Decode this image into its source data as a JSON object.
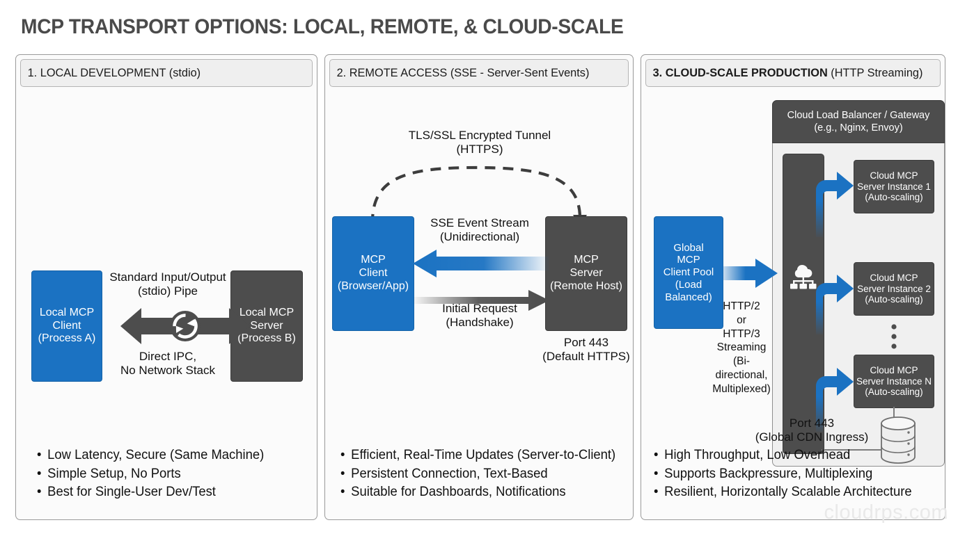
{
  "title": "MCP TRANSPORT OPTIONS: LOCAL, REMOTE, & CLOUD-SCALE",
  "watermark": "cloudrps.com",
  "colors": {
    "client_blue": "#1b72c2",
    "server_gray": "#4d4d4d",
    "panel_bg": "#fbfbfb",
    "header_bg": "#efefef",
    "title_gray": "#4a4a4a",
    "arrow_blue": "#1b72c2",
    "arrow_gray": "#4d4d4d"
  },
  "panels": [
    {
      "id": "local-development",
      "header_bold": "1. LOCAL DEVELOPMENT",
      "header_regular": "(stdio)",
      "nodes": {
        "client": "Local MCP\nClient\n(Process A)",
        "client_lines": [
          "Local MCP",
          "Client",
          "(Process A)"
        ],
        "server": "Local MCP\nServer\n(Process B)",
        "server_lines": [
          "Local MCP",
          "Server",
          "(Process B)"
        ]
      },
      "labels": {
        "above_arrow": [
          "Standard Input/Output",
          "(stdio) Pipe"
        ],
        "below_arrow": [
          "Direct IPC,",
          "No Network Stack"
        ]
      },
      "icons": [
        "sync-refresh-icon"
      ],
      "bullets": [
        "Low Latency, Secure (Same Machine)",
        "Simple Setup, No Ports",
        "Best for Single-User Dev/Test"
      ]
    },
    {
      "id": "remote-access",
      "header_bold": "2. REMOTE ACCESS",
      "header_regular": "(SSE - Server-Sent Events)",
      "nodes": {
        "client_lines": [
          "MCP",
          "Client",
          "(Browser/App)"
        ],
        "server_lines": [
          "MCP",
          "Server",
          "(Remote Host)"
        ]
      },
      "labels": {
        "tunnel": [
          "TLS/SSL Encrypted Tunnel",
          "(HTTPS)"
        ],
        "sse_stream": [
          "SSE Event Stream",
          "(Unidirectional)"
        ],
        "initial_request": [
          "Initial Request",
          "(Handshake)"
        ],
        "port": [
          "Port 443",
          "(Default HTTPS)"
        ]
      },
      "bullets": [
        "Efficient, Real-Time Updates (Server-to-Client)",
        "Persistent Connection, Text-Based",
        "Suitable for Dashboards, Notifications"
      ]
    },
    {
      "id": "cloud-scale-production",
      "header_bold": "3. CLOUD-SCALE PRODUCTION",
      "header_regular": "(HTTP Streaming)",
      "nodes": {
        "client_lines": [
          "Global",
          "MCP",
          "Client Pool",
          "(Load",
          "Balanced)"
        ],
        "load_balancer_lines": [
          "Cloud Load Balancer / Gateway",
          "(e.g., Nginx, Envoy)"
        ],
        "instances": [
          [
            "Cloud MCP",
            "Server Instance 1",
            "(Auto-scaling)"
          ],
          [
            "Cloud MCP",
            "Server Instance 2",
            "(Auto-scaling)"
          ],
          [
            "Cloud MCP",
            "Server Instance N",
            "(Auto-scaling)"
          ]
        ]
      },
      "labels": {
        "protocol": [
          "HTTP/2",
          "or",
          "HTTP/3",
          "Streaming",
          "(Bi-directional,",
          "Multiplexed)"
        ],
        "port": [
          "Port 443",
          "(Global CDN Ingress)"
        ]
      },
      "icons": [
        "cloud-network-icon",
        "database-cylinder-icon",
        "vertical-ellipsis-icon"
      ],
      "bullets": [
        "High Throughput, Low Overhead",
        "Supports Backpressure, Multiplexing",
        "Resilient, Horizontally Scalable Architecture"
      ]
    }
  ]
}
